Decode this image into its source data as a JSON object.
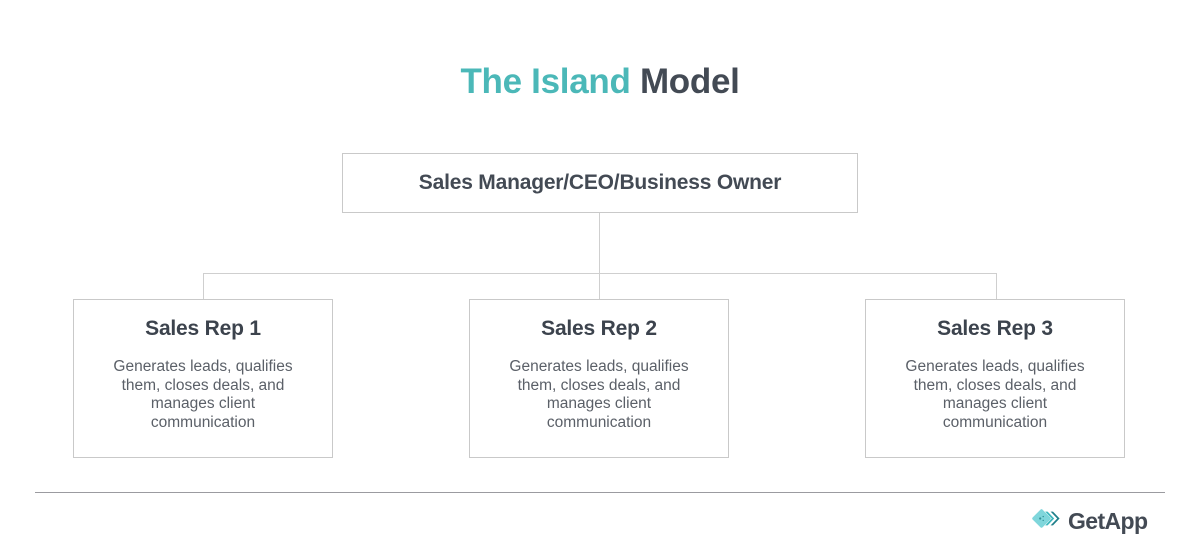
{
  "title": {
    "accent_text": "The Island",
    "rest_text": " Model"
  },
  "chart_data": {
    "type": "diagram",
    "diagram_kind": "org-chart",
    "title": "The Island Model",
    "root": {
      "label": "Sales Manager/CEO/Business Owner"
    },
    "children": [
      {
        "title": "Sales Rep 1",
        "description": "Generates leads, qualifies them, closes deals, and manages client communication"
      },
      {
        "title": "Sales Rep 2",
        "description": "Generates leads, qualifies them, closes deals, and manages client communication"
      },
      {
        "title": "Sales Rep 3",
        "description": "Generates leads, qualifies them, closes deals, and manages client communication"
      }
    ],
    "colors": {
      "accent": "#4bb8b8",
      "text_dark": "#434a54",
      "text_body": "#5b6068",
      "border": "#c9c9c9",
      "connector": "#cfcfcf",
      "divider": "#9b9ba0",
      "background": "#ffffff"
    }
  },
  "nodes": {
    "root_label": "Sales Manager/CEO/Business Owner",
    "reps": [
      {
        "title": "Sales Rep 1",
        "description": "Generates leads, qualifies them, closes deals, and manages client communication"
      },
      {
        "title": "Sales Rep 2",
        "description": "Generates leads, qualifies them, closes deals, and manages client communication"
      },
      {
        "title": "Sales Rep 3",
        "description": "Generates leads, qualifies them, closes deals, and manages client communication"
      }
    ]
  },
  "footer": {
    "brand_name": "GetApp",
    "brand_mark_icon": "getapp-chevrons-icon"
  }
}
